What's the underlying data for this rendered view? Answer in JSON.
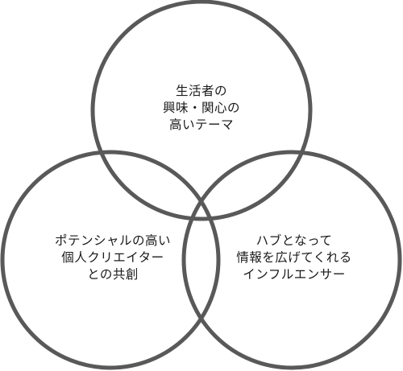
{
  "colors": {
    "circle_stroke": "#595959",
    "text": "#1a1a1a",
    "background": "#ffffff"
  },
  "circles": [
    {
      "id": "top",
      "lines": [
        "生活者の",
        "興味・関心の",
        "高いテーマ"
      ]
    },
    {
      "id": "left",
      "lines": [
        "ポテンシャルの高い",
        "個人クリエイター",
        "との共創"
      ]
    },
    {
      "id": "right",
      "lines": [
        "ハブとなって",
        "情報を広げてくれる",
        "インフルエンサー"
      ]
    }
  ]
}
